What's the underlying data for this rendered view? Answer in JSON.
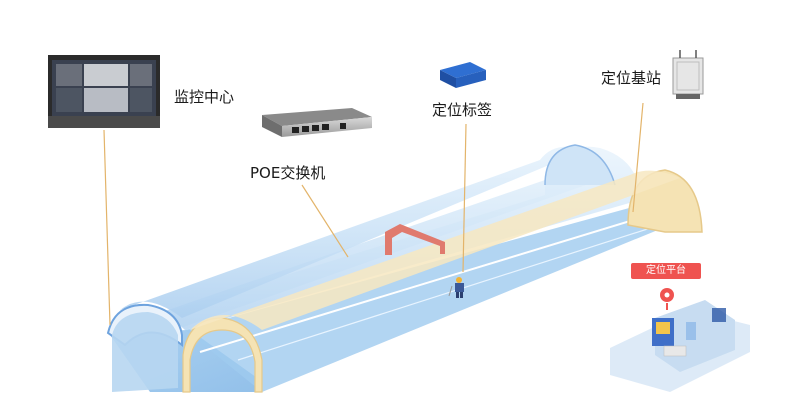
{
  "labels": {
    "monitoring_center": "监控中心",
    "poe_switch": "POE交换机",
    "positioning_tag": "定位标签",
    "base_station": "定位基站",
    "positioning_platform": "定位平台"
  },
  "colors": {
    "tunnel_blue": "#bcd8f3",
    "tunnel_arch_blue_edge": "#8fb8e6",
    "arch_yellow": "#f5e3b4",
    "arch_yellow_edge": "#e6c98a",
    "callout_line": "#e3b46a",
    "accent_red": "#ef5350",
    "gantry_red": "#e07a6e"
  }
}
